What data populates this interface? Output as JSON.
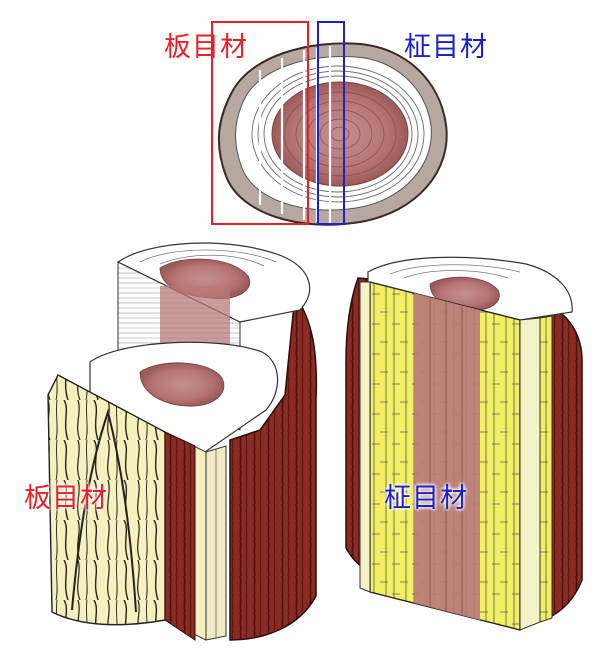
{
  "labels": {
    "flat_top": "板目材",
    "quarter_top": "柾目材",
    "flat_bottom": "板目材",
    "quarter_bottom": "柾目材"
  },
  "colors": {
    "flat_sawn": "#e8202a",
    "quarter_sawn": "#1c22c8",
    "heartwood": "#b97a7a",
    "sapwood": "#ffffff",
    "bark": "#8a2a22",
    "flat_face": "#f6f0bd",
    "quarter_face": "#f2ef62"
  }
}
